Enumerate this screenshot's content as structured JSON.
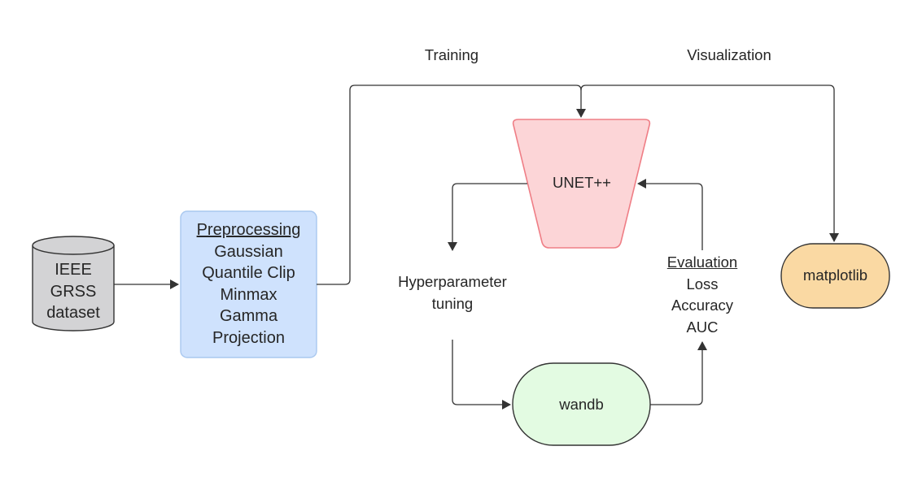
{
  "diagram": {
    "colors": {
      "stroke": "#333333",
      "dataset_fill": "#d3d3d5",
      "preprocessing_fill": "#cfe2fd",
      "preprocessing_border": "#a9c8ef",
      "unet_fill": "#fcd5d7",
      "unet_border": "#ef7e86",
      "wandb_fill": "#e3fbe2",
      "matplotlib_fill": "#fad9a3"
    },
    "nodes": {
      "dataset": {
        "lines": [
          "IEEE",
          "GRSS",
          "dataset"
        ],
        "shape": "cylinder"
      },
      "preprocessing": {
        "heading": "Preprocessing",
        "steps": [
          "Gaussian",
          "Quantile Clip",
          "Minmax",
          "Gamma",
          "Projection"
        ],
        "shape": "rounded-rectangle"
      },
      "unet": {
        "label": "UNET++",
        "shape": "trapezoid"
      },
      "hyperparameter": {
        "lines": [
          "Hyperparameter",
          "tuning"
        ]
      },
      "wandb": {
        "label": "wandb",
        "shape": "stadium"
      },
      "evaluation": {
        "heading": "Evaluation",
        "metrics": [
          "Loss",
          "Accuracy",
          "AUC"
        ]
      },
      "matplotlib": {
        "label": "matplotlib",
        "shape": "stadium"
      }
    },
    "edge_labels": {
      "training": "Training",
      "visualization": "Visualization"
    },
    "edges": [
      {
        "from": "dataset",
        "to": "preprocessing"
      },
      {
        "from": "preprocessing",
        "to": "unet",
        "label": "training"
      },
      {
        "from": "preprocessing",
        "to": "matplotlib",
        "label": "visualization"
      },
      {
        "from": "unet",
        "to": "hyperparameter"
      },
      {
        "from": "hyperparameter",
        "to": "wandb"
      },
      {
        "from": "wandb",
        "to": "evaluation"
      },
      {
        "from": "evaluation",
        "to": "unet"
      }
    ]
  }
}
